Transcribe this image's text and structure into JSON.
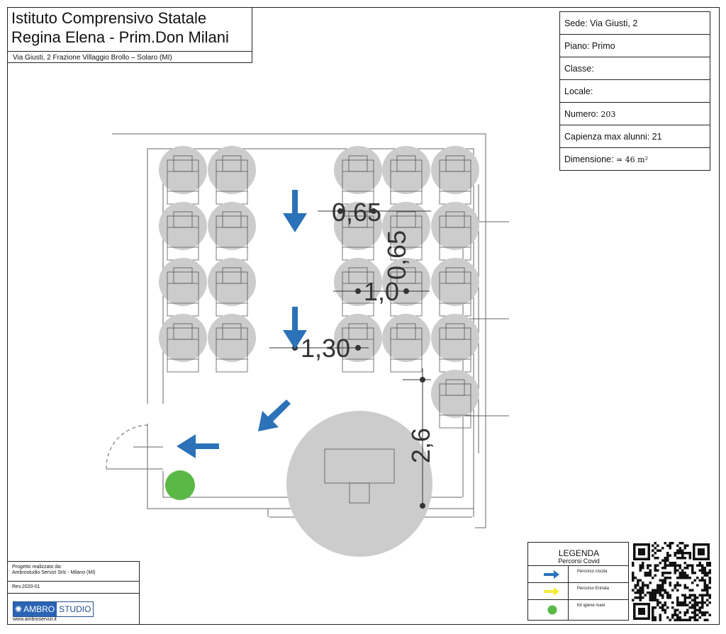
{
  "header": {
    "title_line1": "Istituto Comprensivo Statale",
    "title_line2": "Regina Elena - Prim.Don Milani",
    "address": "Via Giusti, 2 Frazione Villaggio Brollo – Solaro (MI)"
  },
  "info": {
    "sede": "Sede:  Via Giusti, 2",
    "piano": "Piano: Primo",
    "classe": "Classe:",
    "locale": "Locale:",
    "numero_label": "Numero: ",
    "numero_value": "203",
    "capienza": "Capienza max alunni: 21",
    "dimensione_label": "Dimensione: ",
    "dimensione_value": "≃ 46 m²"
  },
  "plan": {
    "dim_065_h": "0,65",
    "dim_065_v": "0,65",
    "dim_10": "1,0",
    "dim_130": "1,30",
    "dim_26": "2,6",
    "colors": {
      "exit_arrow": "#2b72b8",
      "entry_arrow": "#f2ec3a",
      "sanitizer": "#5ab946",
      "safety_zone": "#cccccc"
    }
  },
  "legend": {
    "title": "LEGENDA",
    "subtitle": "Percorsi Covid",
    "items": [
      {
        "icon": "blue-arrow-icon",
        "label": "Percorso Uscita"
      },
      {
        "icon": "yellow-arrow-icon",
        "label": "Percorso Entrata"
      },
      {
        "icon": "green-dot-icon",
        "label": "Kit igiene mani"
      }
    ]
  },
  "credits": {
    "line1": "Progetto realizzato da:",
    "line2": "Ambrostudio Servizi Srls - Milano (MI)",
    "rev": "Rev.2020-01",
    "logo_part1": "AMBRO",
    "logo_part2": "STUDIO",
    "website": "www.ambroservizi.it"
  }
}
